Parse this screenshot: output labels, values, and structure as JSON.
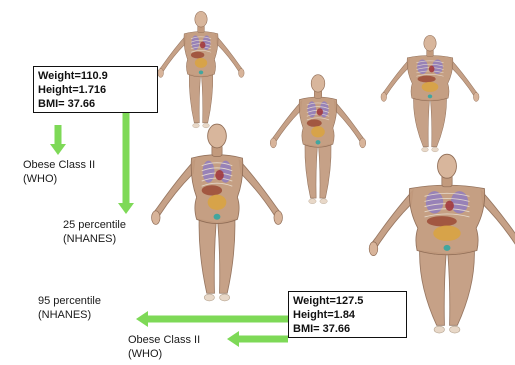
{
  "colors": {
    "arrow": "#7ed957",
    "skin": "#c29a7d",
    "skin_edge": "#8f6c55",
    "ribs": "#e8ddcf",
    "lungs": "#8c7bc4",
    "heart": "#a23a3e",
    "liver": "#9b4a36",
    "gut": "#d9a33f",
    "bladder": "#3aa6a0"
  },
  "box_top": {
    "weight": "Weight=110.9",
    "height": "Height=1.716",
    "bmi": "BMI= 37.66"
  },
  "box_bottom": {
    "weight": "Weight=127.5",
    "height": "Height=1.84",
    "bmi": "BMI= 37.66"
  },
  "labels": {
    "obese_top_1": "Obese Class II",
    "obese_top_2": "(WHO)",
    "p25_1": "25 percentile",
    "p25_2": "(NHANES)",
    "p95_1": "95 percentile",
    "p95_2": "(NHANES)",
    "obese_bottom_1": "Obese Class II",
    "obese_bottom_2": "(WHO)"
  },
  "icons": {
    "figures": "human-anatomy-figure",
    "arrows": "green-arrow"
  }
}
